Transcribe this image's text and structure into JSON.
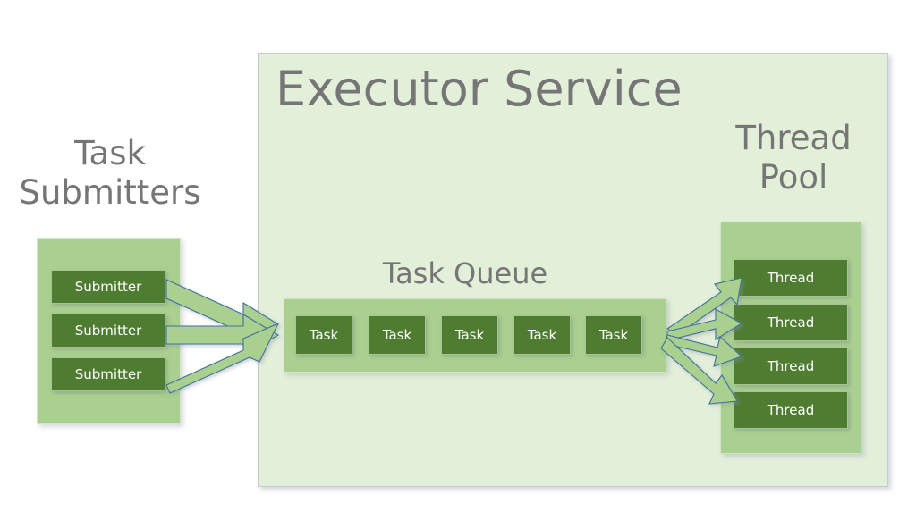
{
  "diagram": {
    "title": "Executor Service",
    "background_color": "#ffffff",
    "panel_color": "#e2efd9",
    "band_color": "#a9d08e",
    "node_color": "#4e7c31",
    "heading_color": "#767676",
    "node_text_color": "#ffffff",
    "arrow_fill": "#a9d08e",
    "arrow_stroke": "#41719c"
  },
  "submitters": {
    "heading_line1": "Task",
    "heading_line2": "Submitters",
    "items": [
      {
        "label": "Submitter"
      },
      {
        "label": "Submitter"
      },
      {
        "label": "Submitter"
      }
    ]
  },
  "task_queue": {
    "heading": "Task Queue",
    "items": [
      {
        "label": "Task"
      },
      {
        "label": "Task"
      },
      {
        "label": "Task"
      },
      {
        "label": "Task"
      },
      {
        "label": "Task"
      }
    ]
  },
  "thread_pool": {
    "heading_line1": "Thread",
    "heading_line2": "Pool",
    "items": [
      {
        "label": "Thread"
      },
      {
        "label": "Thread"
      },
      {
        "label": "Thread"
      },
      {
        "label": "Thread"
      }
    ]
  },
  "arrows": {
    "submit_count": 3,
    "dispatch_count": 4,
    "submit_description": "Submitters enqueue tasks into the task queue",
    "dispatch_description": "Task queue dispatches tasks to pool threads"
  }
}
